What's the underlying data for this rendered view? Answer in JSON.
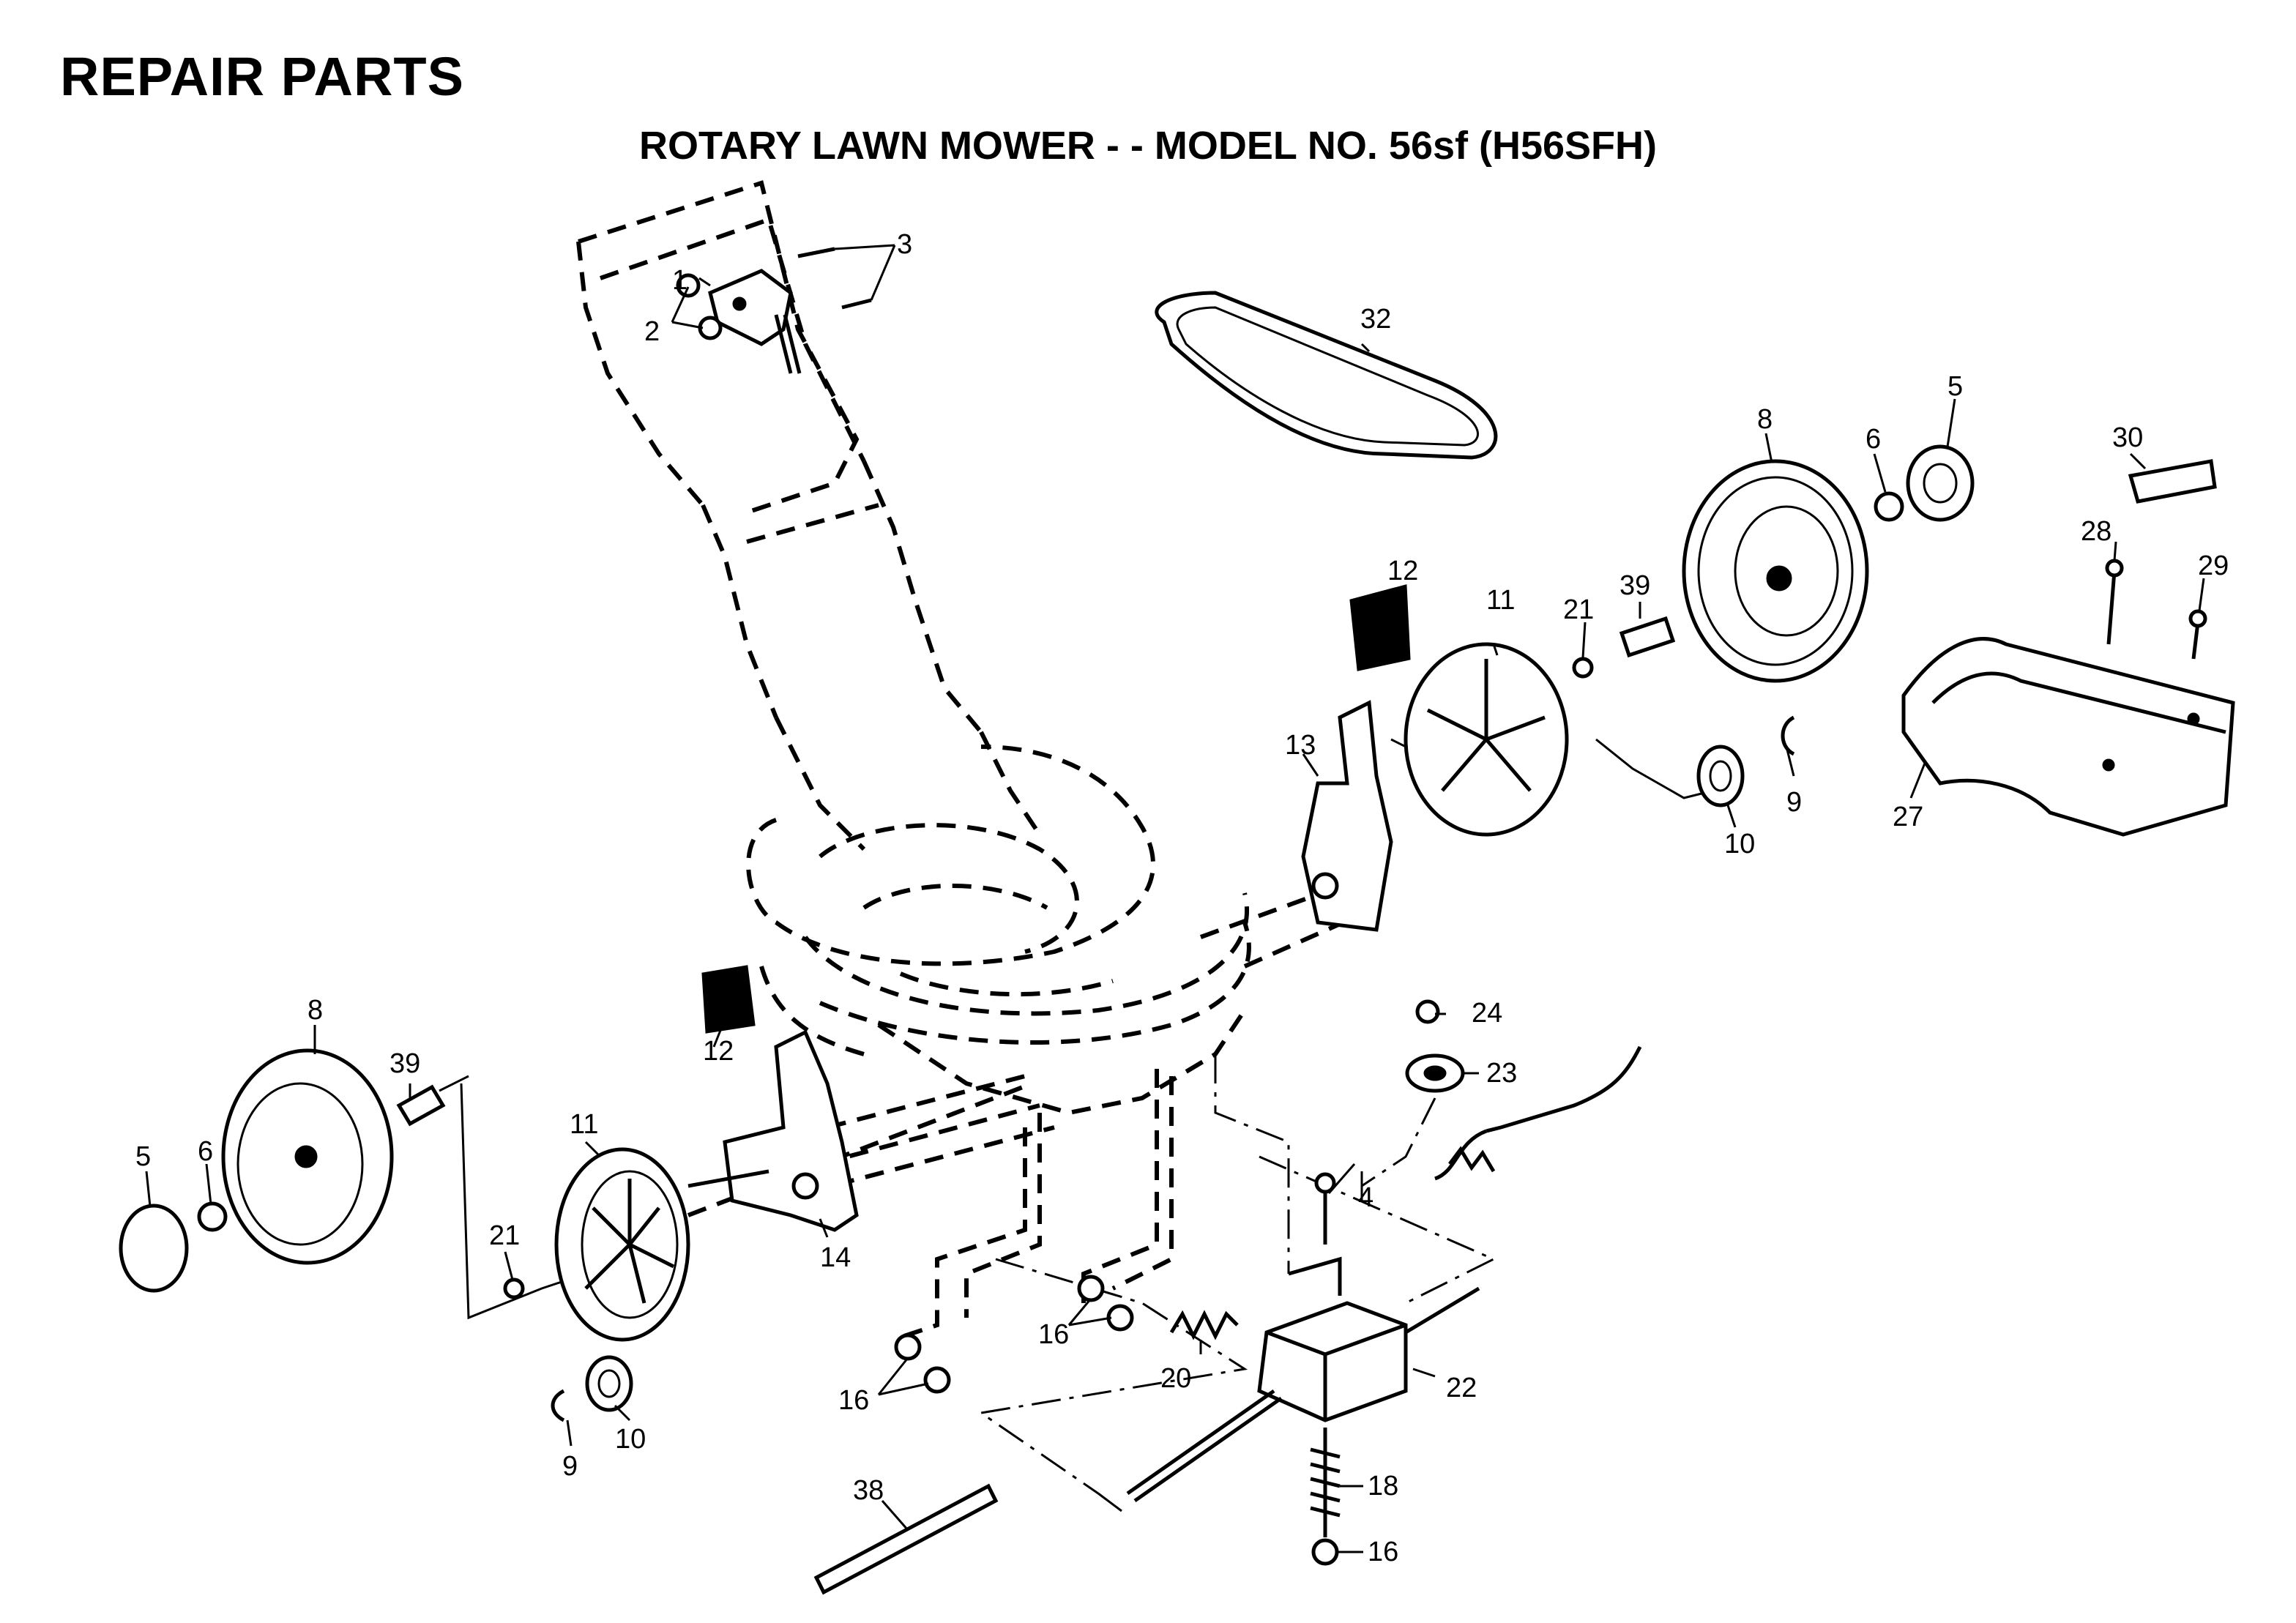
{
  "header": {
    "title": "REPAIR PARTS",
    "subtitle": "ROTARY LAWN MOWER - - MODEL NO. 56sf (H56SFH)"
  },
  "callouts": {
    "c1": "1",
    "c2": "2",
    "c3": "3",
    "c4": "4",
    "c5a": "5",
    "c5b": "5",
    "c6a": "6",
    "c6b": "6",
    "c8a": "8",
    "c8b": "8",
    "c9a": "9",
    "c9b": "9",
    "c10a": "10",
    "c10b": "10",
    "c11a": "11",
    "c11b": "11",
    "c12a": "12",
    "c12b": "12",
    "c13": "13",
    "c14": "14",
    "c16a": "16",
    "c16b": "16",
    "c16c": "16",
    "c18": "18",
    "c20": "20",
    "c21a": "21",
    "c21b": "21",
    "c22": "22",
    "c23": "23",
    "c24": "24",
    "c27": "27",
    "c28": "28",
    "c29": "29",
    "c30": "30",
    "c32": "32",
    "c38": "38",
    "c39a": "39",
    "c39b": "39"
  }
}
